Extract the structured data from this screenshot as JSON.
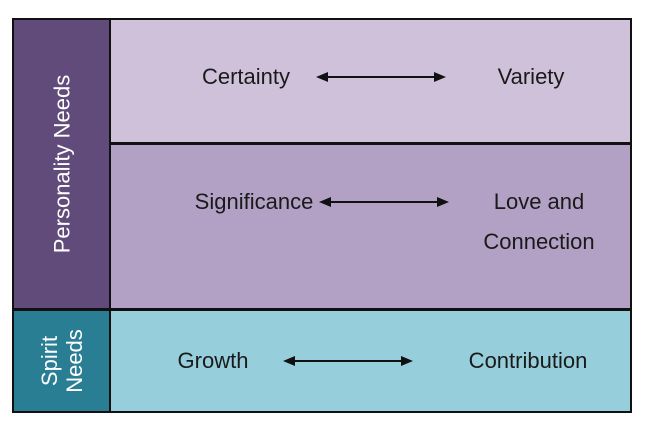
{
  "sections": [
    {
      "label": "Personality Needs"
    },
    {
      "label_line1": "Spirit",
      "label_line2": "Needs"
    }
  ],
  "rows": [
    {
      "left": "Certainty",
      "right": "Variety"
    },
    {
      "left": "Significance",
      "right_line1": "Love and",
      "right_line2": "Connection"
    },
    {
      "left": "Growth",
      "right": "Contribution"
    }
  ],
  "colors": {
    "personality_header": "#614b7a",
    "spirit_header": "#2a7e93",
    "row_certainty": "#d0c1db",
    "row_significance": "#b3a0c5",
    "row_growth": "#96cfdb",
    "border": "#111111"
  },
  "icons": {
    "arrow": "double-headed-arrow-icon"
  }
}
